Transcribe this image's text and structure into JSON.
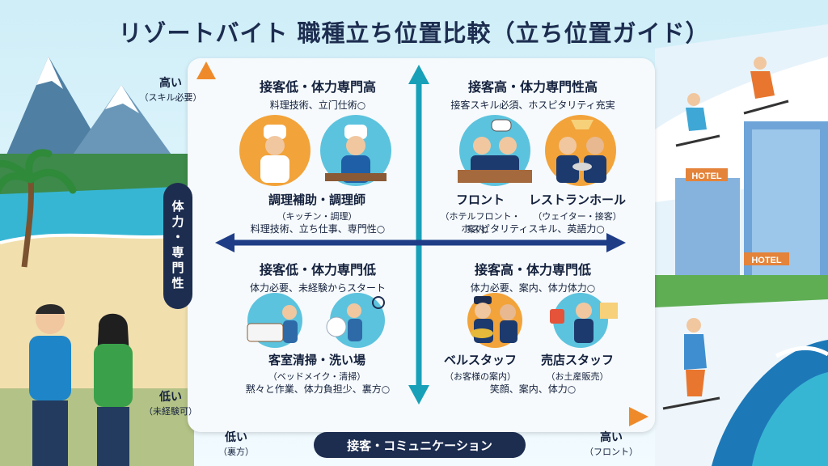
{
  "title": "リゾートバイト 職種立ち位置比較（立ち位置ガイド）",
  "y_axis": {
    "badge": "体力・専門性",
    "high_label": "高い",
    "high_sub": "（スキル必要）",
    "low_label": "低い",
    "low_sub": "（未経験可）"
  },
  "x_axis": {
    "badge": "接客・コミュニケーション",
    "low_label": "低い",
    "low_sub": "（裏方）",
    "high_label": "高い",
    "high_sub": "（フロント）"
  },
  "quadrants": [
    {
      "id": "top-left",
      "heading": "接客低・体力専門高",
      "subheading": "料理技術、立门仕術○",
      "cards": [
        {
          "name": "調理補助・調理師",
          "sub": "（キッチン・調理）"
        }
      ],
      "traits": "料理技術、立ち仕事、専門性○"
    },
    {
      "id": "top-right",
      "heading": "接客高・体力専門性高",
      "subheading": "接客スキル必須、ホスピタリティ充実",
      "cards": [
        {
          "name": "フロント",
          "sub": "（ホテルフロント・案内）"
        },
        {
          "name": "レストランホール",
          "sub": "（ウェイター・接客）"
        }
      ],
      "traits": "ホスピタリティスキル、英語力○"
    },
    {
      "id": "bottom-left",
      "heading": "接客低・体力専門低",
      "subheading": "体力必要、未経験からスタート",
      "cards": [
        {
          "name": "客室清掃・洗い場",
          "sub": "（ベッドメイク・清掃）"
        }
      ],
      "traits": "黙々と作業、体力負担少、裏方○"
    },
    {
      "id": "bottom-right",
      "heading": "接客高・体力専門低",
      "subheading": "体力必要、案内、体力体力○",
      "cards": [
        {
          "name": "ベルスタッフ",
          "sub": "（お客様の案内）"
        },
        {
          "name": "売店スタッフ",
          "sub": "（お土産販売）"
        }
      ],
      "traits": "笑顔、案内、体力○"
    }
  ],
  "signs": {
    "hotel_top": "HOTEL",
    "hotel_bottom": "HOTEL"
  },
  "colors": {
    "axis_orange": "#ef8a2b",
    "axis_navy": "#1d2d50",
    "axis_teal": "#18a0b8",
    "badge_bg": "#1d2d50"
  },
  "icons": [
    "chef-icon",
    "receptionist-icon",
    "waiter-icon",
    "housekeeper-icon",
    "dishwasher-icon",
    "bellhop-icon",
    "shop-clerk-icon",
    "mountain-icon",
    "beach-icon",
    "skier-icon",
    "hotel-icon",
    "wave-icon",
    "palm-icon"
  ]
}
